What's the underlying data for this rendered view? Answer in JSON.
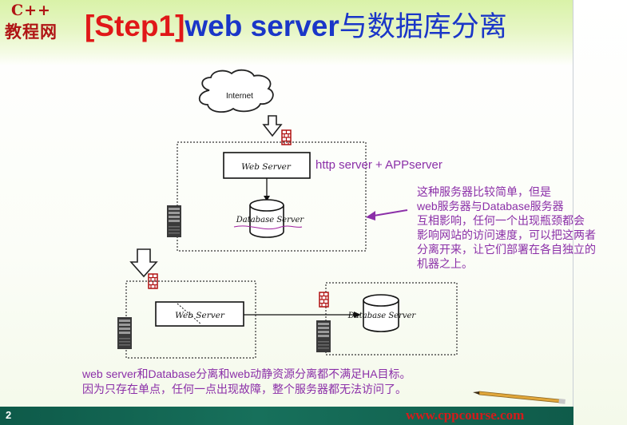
{
  "logo": {
    "top": "C++",
    "bottom": "教程网"
  },
  "title": {
    "step": "[Step1]",
    "main": "web server",
    "suffix": "与数据库分离"
  },
  "diagram": {
    "internet": "Internet",
    "web_server": "Web Server",
    "database_server": "Database Server",
    "web_server_2": "Web Server",
    "database_server_2": "Database Server"
  },
  "http_label": "http server + APPserver",
  "note_lines": [
    "这种服务器比较简单，但是",
    "web服务器与Database服务器",
    "互相影响，任何一个出现瓶颈都会",
    "影响网站的访问速度，可以把这两者",
    "分离开来，让它们部署在各自独立的",
    "机器之上。"
  ],
  "bottom_lines": [
    "web server和Database分离和web动静资源分离都不满足HA目标。",
    "因为只存在单点，任何一点出现故障，整个服务器都无法访问了。"
  ],
  "footer": {
    "page_number": "2",
    "site": "www.cppcourse.com"
  },
  "colors": {
    "title_step": "#e01818",
    "title_main": "#1a36c8",
    "note_text": "#8b2fa8",
    "footer_bg": "#17705b",
    "footer_site": "#d51b1b",
    "logo": "#b01515"
  }
}
